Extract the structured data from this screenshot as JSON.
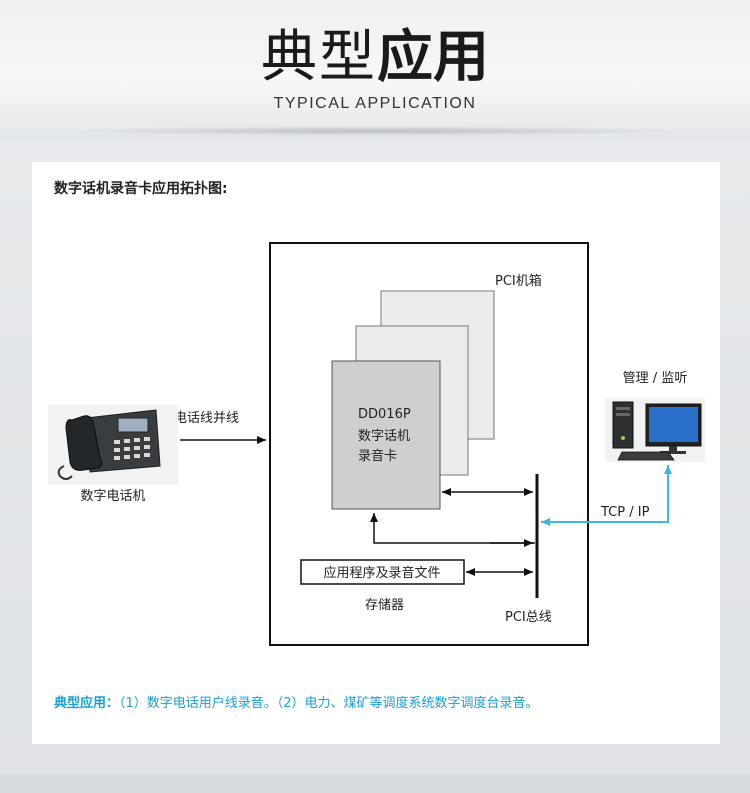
{
  "header": {
    "title_part1": "典型",
    "title_part2": "应用",
    "subtitle": "TYPICAL APPLICATION"
  },
  "panel": {
    "title": "数字话机录音卡应用拓扑图:",
    "diagram": {
      "chassis_label": "PCI机箱",
      "card_lines": [
        "DD016P",
        "数字话机",
        "录音卡"
      ],
      "app_box_label": "应用程序及录音文件",
      "storage_label": "存储器",
      "bus_label": "PCI总线",
      "phone_caption": "数字电话机",
      "phone_line_label": "电话线并线",
      "monitor_caption": "管理 / 监听",
      "network_label": "TCP / IP",
      "icons": [
        "desk-phone-icon",
        "desktop-computer-icon"
      ],
      "colors": {
        "network_line": "#3db8e0",
        "card_fill": "#cfcfcf",
        "layer_fill": "#ececec"
      }
    },
    "note_lead": "典型应用：",
    "note_body": "（1）数字电话用户线录音。（2）电力、煤矿等调度系统数字调度台录音。"
  }
}
